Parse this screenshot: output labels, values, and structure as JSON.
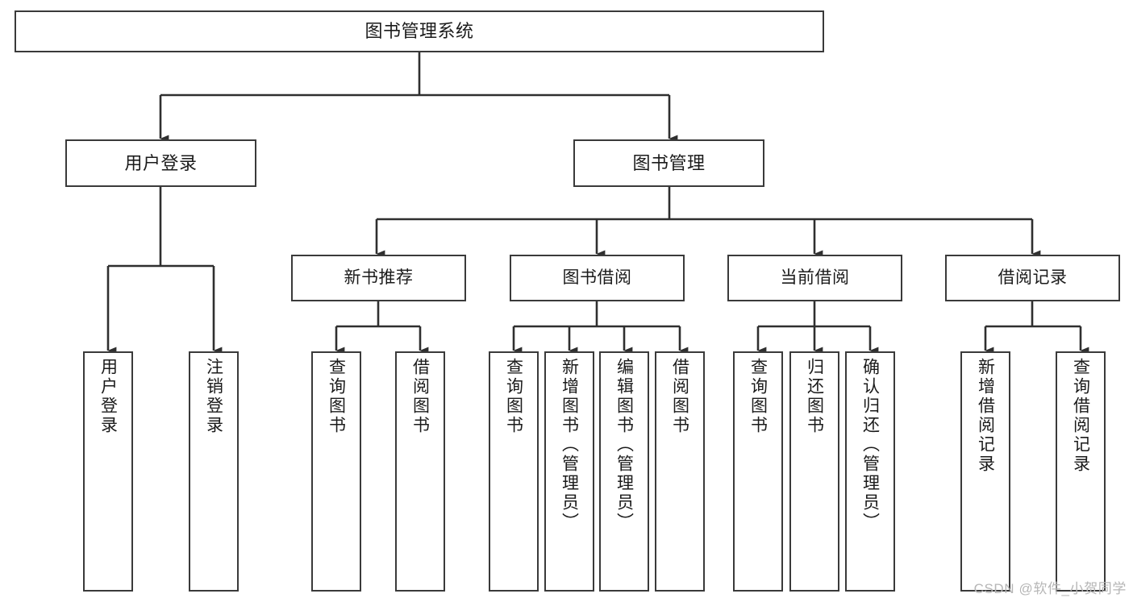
{
  "diagram": {
    "title": "图书管理系统",
    "type": "tree-hierarchy-diagram",
    "colors": {
      "box_stroke": "#3a3a3a",
      "box_fill": "#ffffff",
      "connector": "#2f2f2f",
      "text": "#1b1b1b",
      "watermark": "#b6b6b6",
      "background": "#ffffff"
    },
    "root": {
      "label": "图书管理系统"
    },
    "level1": [
      {
        "label": "用户登录"
      },
      {
        "label": "图书管理"
      }
    ],
    "level2": [
      {
        "label": "新书推荐"
      },
      {
        "label": "图书借阅"
      },
      {
        "label": "当前借阅"
      },
      {
        "label": "借阅记录"
      }
    ],
    "leaves": {
      "user_login": [
        {
          "label": "用户登录"
        },
        {
          "label": "注销登录"
        }
      ],
      "new_book_recommend": [
        {
          "label": "查询图书"
        },
        {
          "label": "借阅图书"
        }
      ],
      "book_borrow": [
        {
          "label": "查询图书"
        },
        {
          "label": "新增图书（管理员）"
        },
        {
          "label": "编辑图书（管理员）"
        },
        {
          "label": "借阅图书"
        }
      ],
      "current_borrow": [
        {
          "label": "查询图书"
        },
        {
          "label": "归还图书"
        },
        {
          "label": "确认归还（管理员）"
        }
      ],
      "borrow_record": [
        {
          "label": "新增借阅记录"
        },
        {
          "label": "查询借阅记录"
        }
      ]
    },
    "watermark": "CSDN @软件_小贺同学"
  }
}
